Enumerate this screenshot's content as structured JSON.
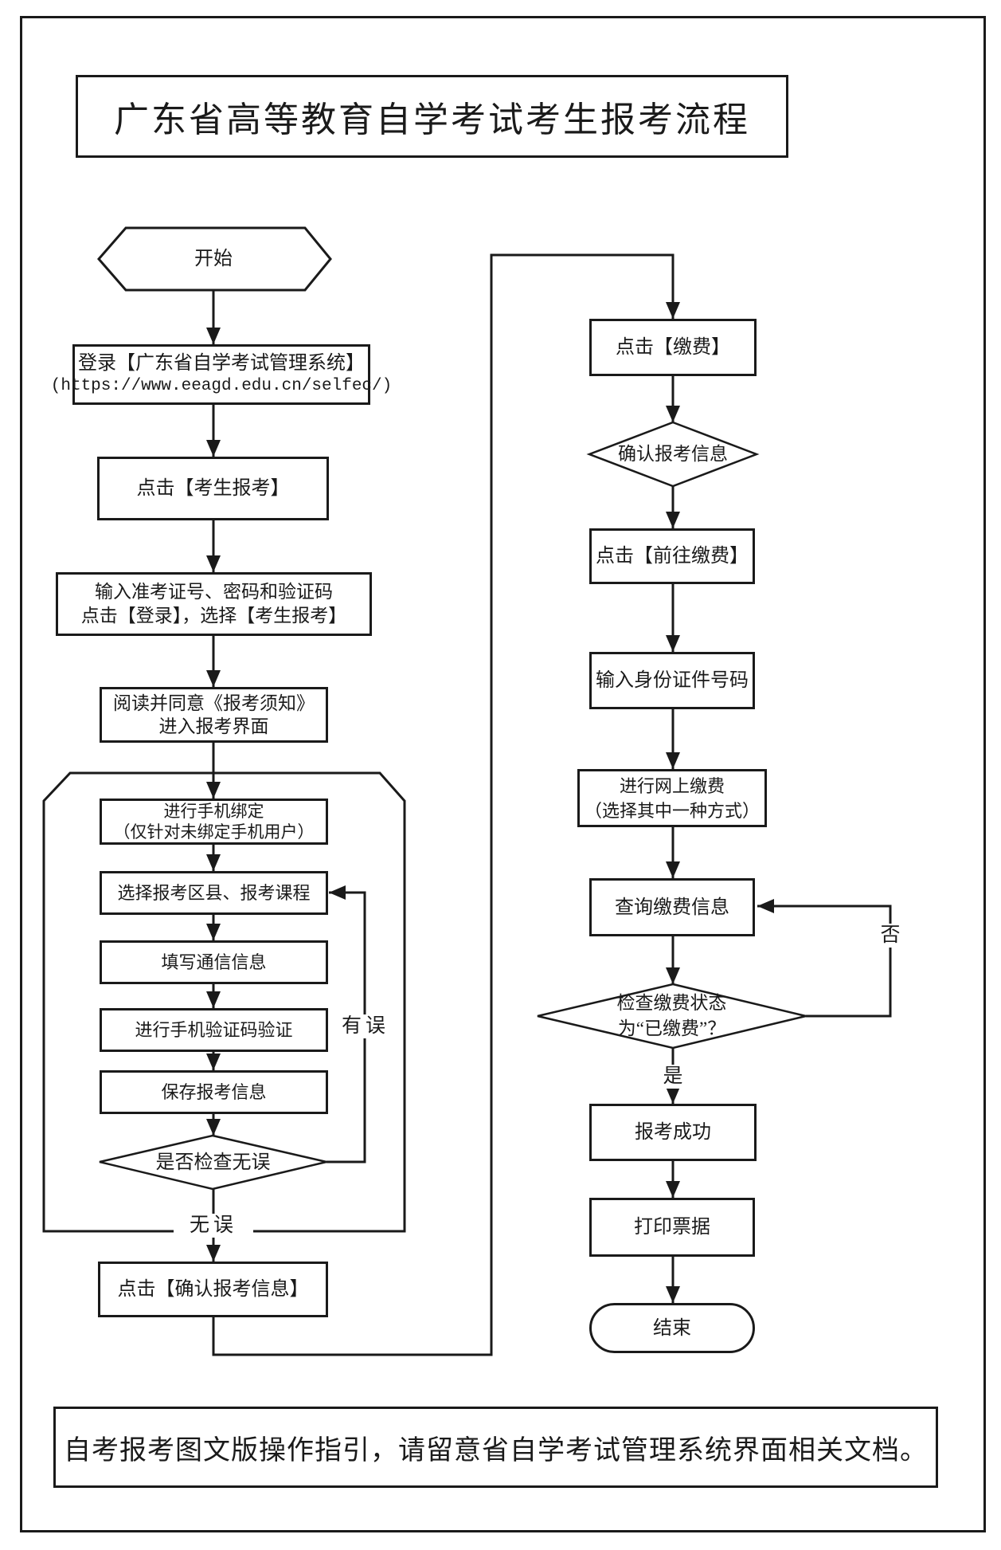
{
  "page": {
    "title": "广东省高等教育自学考试考生报考流程",
    "footer_note": "自考报考图文版操作指引，请留意省自学考试管理系统界面相关文档。"
  },
  "colors": {
    "ink": "#1a1a1a",
    "background": "#ffffff"
  },
  "flow": {
    "start": "开始",
    "login_line1": "登录【广东省自学考试管理系统】",
    "login_line2": "(https://www.eeagd.edu.cn/selfec/)",
    "click_candidate_register": "点击【考生报考】",
    "credentials_line1": "输入准考证号、密码和验证码",
    "credentials_line2": "点击【登录】，选择【考生报考】",
    "read_notice_line1": "阅读并同意《报考须知》",
    "read_notice_line2": "进入报考界面",
    "bind_phone_line1": "进行手机绑定",
    "bind_phone_line2": "（仅针对未绑定手机用户）",
    "select_district_courses": "选择报考区县、报考课程",
    "fill_contact_info": "填写通信信息",
    "verify_sms_code": "进行手机验证码验证",
    "save_register_info": "保存报考信息",
    "check_no_mistake": "是否检查无误",
    "confirm_register_click": "点击【确认报考信息】",
    "click_pay": "点击【缴费】",
    "confirm_register_info": "确认报考信息",
    "go_to_pay": "点击【前往缴费】",
    "enter_id_number": "输入身份证件号码",
    "online_pay_line1": "进行网上缴费",
    "online_pay_line2": "（选择其中一种方式）",
    "query_pay_info": "查询缴费信息",
    "check_pay_line1": "检查缴费状态",
    "check_pay_line2": "为“已缴费”？",
    "register_success": "报考成功",
    "print_receipt": "打印票据",
    "end": "结束",
    "label_correct": "无误",
    "label_error": "有误",
    "label_yes": "是",
    "label_no": "否"
  }
}
